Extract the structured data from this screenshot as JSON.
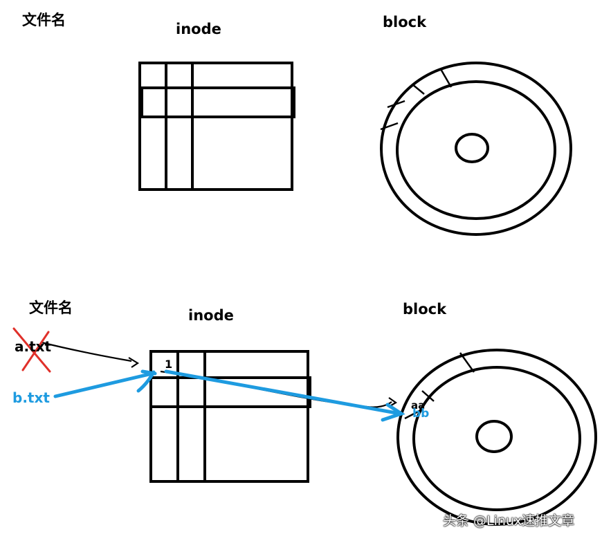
{
  "top": {
    "filename_label": "文件名",
    "inode_label": "inode",
    "block_label": "block"
  },
  "bottom": {
    "filename_label": "文件名",
    "inode_label": "inode",
    "block_label": "block",
    "old_file": "a.txt",
    "new_file": "b.txt",
    "inode_number": "1",
    "old_block_content": "aa",
    "new_block_content": "bb"
  },
  "watermark": "头条 @Linux速推文章",
  "colors": {
    "line": "#000000",
    "arrow_blue": "#1e9be0",
    "cross_red": "#e0302a"
  }
}
